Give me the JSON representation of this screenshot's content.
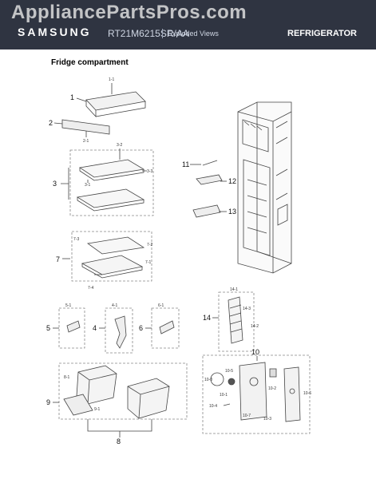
{
  "watermark": "AppliancePartsPros.com",
  "header": {
    "brand": "SAMSUNG",
    "model": "RT21M6215SR/AA",
    "views": "Exploded Views",
    "category": "REFRIGERATOR"
  },
  "section_title": "Fridge compartment",
  "colors": {
    "header_bg": "#2f3441",
    "line": "#444444",
    "dash": "#888888"
  },
  "callouts": {
    "c1": "1",
    "c1_1": "1-1",
    "c2": "2",
    "c2_1": "2-1",
    "c3": "3",
    "c3_1": "3-1",
    "c3_2": "3-2",
    "c3_3": "3-3",
    "c7": "7",
    "c7_1": "7-1",
    "c7_2": "7-2",
    "c7_3": "7-3",
    "c7_4": "7-4",
    "c11": "11",
    "c12": "12",
    "c13": "13",
    "c5": "5",
    "c5_1": "5-1",
    "c4": "4",
    "c4_1": "4-1",
    "c6": "6",
    "c6_1": "6-1",
    "c14": "14",
    "c14_1": "14-1",
    "c14_2": "14-2",
    "c14_3": "14-3",
    "c10": "10",
    "c10_1": "10-1",
    "c10_2": "10-2",
    "c10_3": "10-3",
    "c10_4": "10-4",
    "c10_5": "10-5",
    "c10_6": "10-6",
    "c10_7": "10-7",
    "c10_8": "10-8",
    "c8": "8",
    "c8_1": "8-1",
    "c9": "9",
    "c9_1": "9-1"
  }
}
